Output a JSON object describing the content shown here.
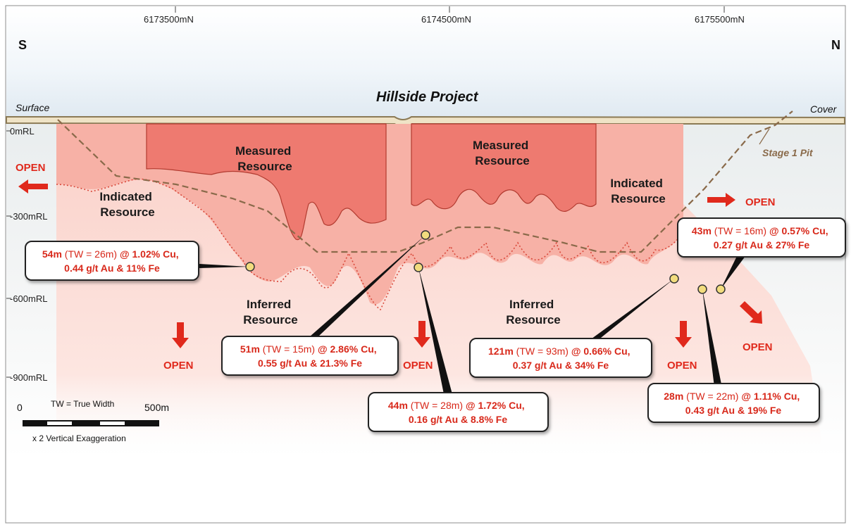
{
  "diagram": {
    "title": "Hillside Project",
    "direction_left": "S",
    "direction_right": "N",
    "northings": [
      "6173500mN",
      "6174500mN",
      "6175500mN"
    ],
    "depths": [
      "0mRL",
      "-300mRL",
      "-600mRL",
      "-900mRL"
    ],
    "surface_label": "Surface",
    "cover_label": "Cover",
    "pit_label": "Stage 1 Pit",
    "zones": {
      "measured_1": [
        "Measured",
        "Resource"
      ],
      "measured_2": [
        "Measured",
        "Resource"
      ],
      "indicated_1": [
        "Indicated",
        "Resource"
      ],
      "indicated_2": [
        "Indicated",
        "Resource"
      ],
      "inferred_1": [
        "Inferred",
        "Resource"
      ],
      "inferred_2": [
        "Inferred",
        "Resource"
      ]
    },
    "open_label": "OPEN",
    "colors": {
      "measured": "#ee7a70",
      "indicated": "#f7b1a6",
      "inferred": "#fbd9d2",
      "accent_red": "#e0291c",
      "pit_line": "#8a6a4a",
      "surface_line": "#8b7a55"
    },
    "scale": {
      "zero": "0",
      "note": "TW = True Width",
      "end": "500m",
      "exaggeration": "x 2 Vertical Exaggeration"
    },
    "callouts": [
      {
        "bold": "54m",
        "tw": " (TW = 26m) ",
        "grade": "@ 1.02% Cu,",
        "line2": "0.44 g/t Au & 11% Fe"
      },
      {
        "bold": "51m",
        "tw": " (TW = 15m) ",
        "grade": "@ 2.86% Cu,",
        "line2": "0.55 g/t Au & 21.3% Fe"
      },
      {
        "bold": "44m",
        "tw": " (TW = 28m) ",
        "grade": "@ 1.72% Cu,",
        "line2": "0.16 g/t Au & 8.8% Fe"
      },
      {
        "bold": "121m",
        "tw": " (TW = 93m) ",
        "grade": "@ 0.66% Cu,",
        "line2": "0.37 g/t Au & 34% Fe"
      },
      {
        "bold": "43m",
        "tw": " (TW = 16m) ",
        "grade": "@ 0.57% Cu,",
        "line2": "0.27 g/t Au & 27% Fe"
      },
      {
        "bold": "28m",
        "tw": " (TW = 22m) ",
        "grade": "@ 1.11% Cu,",
        "line2": "0.43 g/t Au & 19% Fe"
      }
    ]
  }
}
